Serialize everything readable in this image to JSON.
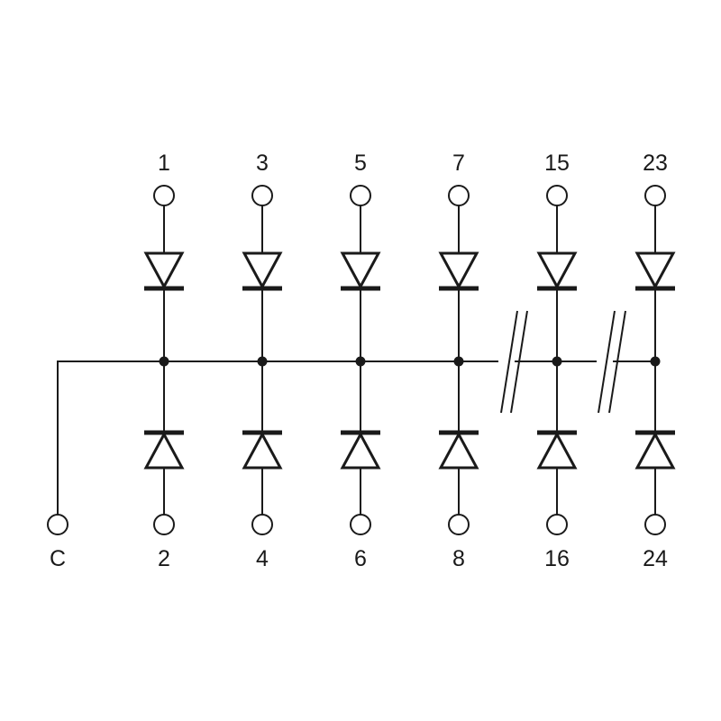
{
  "diagram": {
    "common_terminal": {
      "label": "C"
    },
    "diode_pairs": [
      {
        "top_label": "1",
        "bottom_label": "2"
      },
      {
        "top_label": "3",
        "bottom_label": "4"
      },
      {
        "top_label": "5",
        "bottom_label": "6"
      },
      {
        "top_label": "7",
        "bottom_label": "8"
      },
      {
        "top_label": "15",
        "bottom_label": "16"
      },
      {
        "top_label": "23",
        "bottom_label": "24"
      }
    ],
    "bus_breaks": 2
  }
}
